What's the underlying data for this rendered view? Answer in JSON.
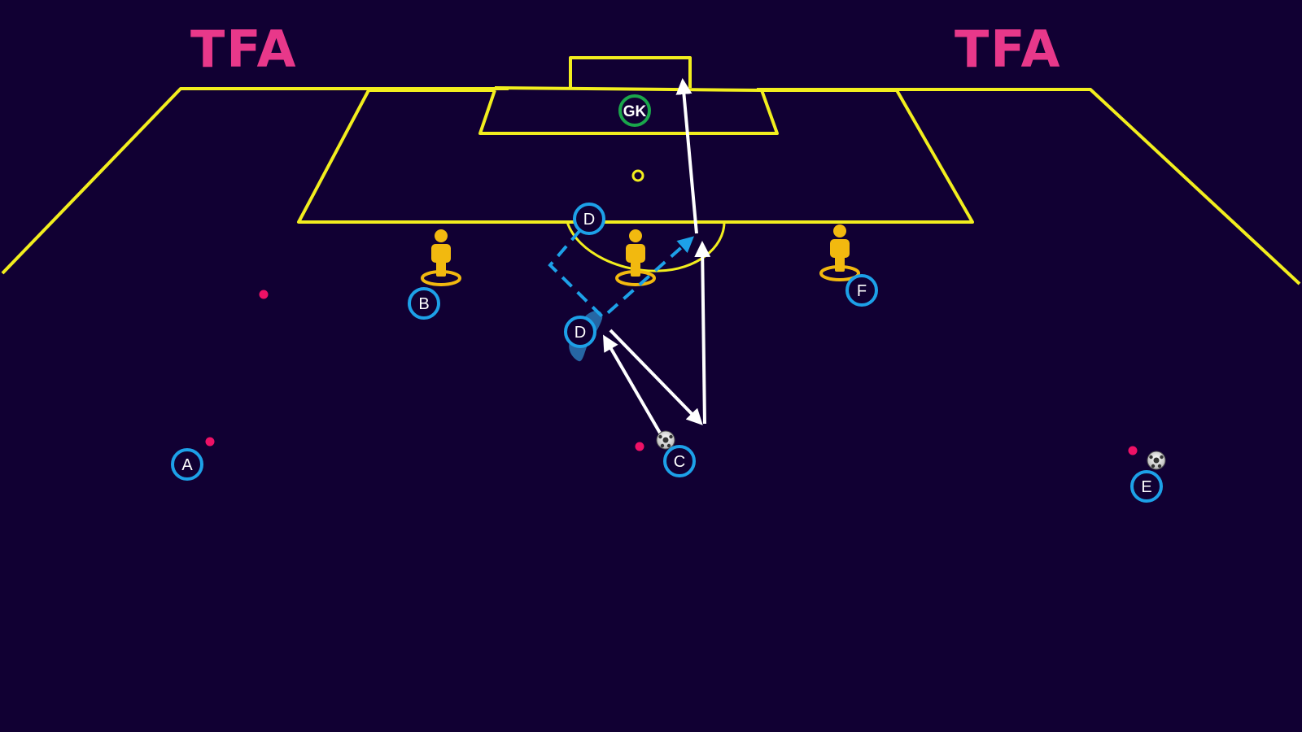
{
  "branding": {
    "logo_left": "TFA",
    "logo_right": "TFA"
  },
  "colors": {
    "background": "#110033",
    "pitch_lines": "#f2ee1e",
    "player_ring": "#1da1e8",
    "goalkeeper_ring": "#1aa64b",
    "mannequin": "#f2b90f",
    "marker_dot": "#ee1166",
    "pass_arrow": "#ffffff",
    "run_arrow": "#1da1e8",
    "logo": "#e8388a"
  },
  "goalkeeper": {
    "label": "GK"
  },
  "players": [
    {
      "id": "A",
      "label": "A"
    },
    {
      "id": "B",
      "label": "B"
    },
    {
      "id": "C",
      "label": "C"
    },
    {
      "id": "D1",
      "label": "D"
    },
    {
      "id": "D2",
      "label": "D"
    },
    {
      "id": "E",
      "label": "E"
    },
    {
      "id": "F",
      "label": "F"
    }
  ],
  "mannequins": [
    "mannequin-left",
    "mannequin-center",
    "mannequin-right"
  ],
  "balls": [
    "ball-c",
    "ball-e"
  ],
  "icons": {
    "mannequin": "mannequin-icon",
    "ball": "football-icon",
    "marker": "marker-dot-icon"
  }
}
